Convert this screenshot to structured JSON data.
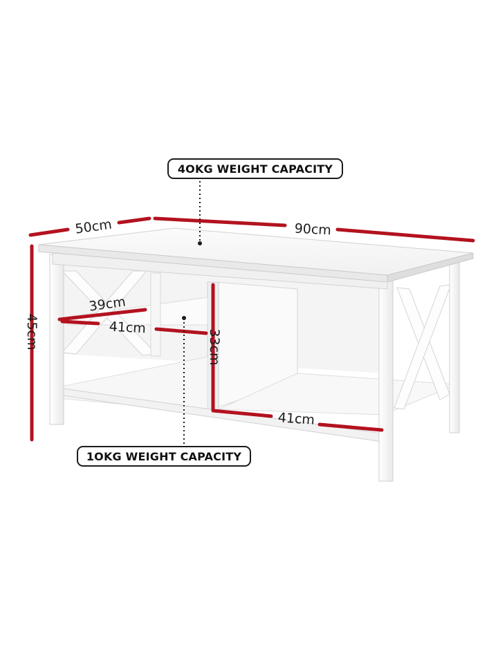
{
  "dimensions": {
    "depth": "50cm",
    "width": "90cm",
    "height": "45cm",
    "shelf_depth": "39cm",
    "shelf_width_left": "41cm",
    "shelf_height": "33cm",
    "shelf_width_right": "41cm"
  },
  "capacity": {
    "top": "4OKG WEIGHT CAPACITY",
    "bottom": "1OKG WEIGHT CAPACITY"
  },
  "colors": {
    "dimension_line": "#b3121f",
    "furniture": "#ffffff",
    "outline": "#1a1a1a"
  }
}
